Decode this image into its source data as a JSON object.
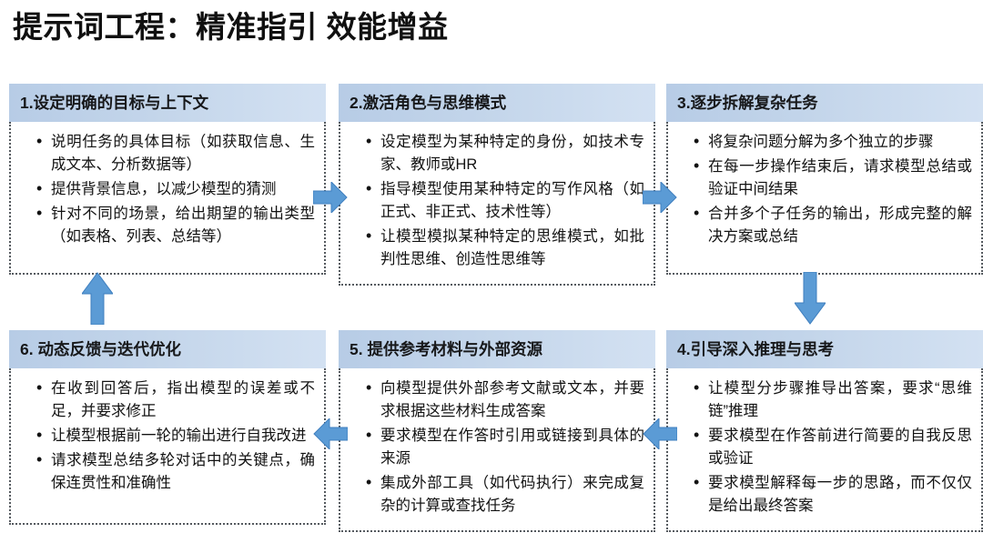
{
  "page": {
    "title": "提示词工程：精准指引 效能增益",
    "accent_color": "#5b9bd5",
    "header_color": "#b7cce6"
  },
  "cards": [
    {
      "id": "card-1",
      "header": "1.设定明确的目标与上下文",
      "bullets": [
        "说明任务的具体目标（如获取信息、生成文本、分析数据等）",
        "提供背景信息，以减少模型的猜测",
        "针对不同的场景，给出期望的输出类型（如表格、列表、总结等）"
      ]
    },
    {
      "id": "card-2",
      "header": "2.激活角色与思维模式",
      "bullets": [
        "设定模型为某种特定的身份，如技术专家、教师或HR",
        "指导模型使用某种特定的写作风格（如正式、非正式、技术性等）",
        "让模型模拟某种特定的思维模式，如批判性思维、创造性思维等"
      ]
    },
    {
      "id": "card-3",
      "header": "3.逐步拆解复杂任务",
      "bullets": [
        "将复杂问题分解为多个独立的步骤",
        "在每一步操作结束后，请求模型总结或验证中间结果",
        "合并多个子任务的输出，形成完整的解决方案或总结"
      ]
    },
    {
      "id": "card-4",
      "header": "4.引导深入推理与思考",
      "bullets": [
        "让模型分步骤推导出答案，要求“思维链”推理",
        "要求模型在作答前进行简要的自我反思或验证",
        "要求模型解释每一步的思路，而不仅仅是给出最终答案"
      ]
    },
    {
      "id": "card-5",
      "header": "5. 提供参考材料与外部资源",
      "bullets": [
        "向模型提供外部参考文献或文本，并要求根据这些材料生成答案",
        "要求模型在作答时引用或链接到具体的来源",
        "集成外部工具（如代码执行）来完成复杂的计算或查找任务"
      ]
    },
    {
      "id": "card-6",
      "header": "6. 动态反馈与迭代优化",
      "bullets": [
        "在收到回答后，指出模型的误差或不足，并要求修正",
        "让模型根据前一轮的输出进行自我改进",
        "请求模型总结多轮对话中的关键点，确保连贯性和准确性"
      ]
    }
  ],
  "arrows": [
    {
      "id": "arrow-1-2",
      "direction": "right",
      "from": "1",
      "to": "2"
    },
    {
      "id": "arrow-2-3",
      "direction": "right",
      "from": "2",
      "to": "3"
    },
    {
      "id": "arrow-3-4",
      "direction": "down",
      "from": "3",
      "to": "4"
    },
    {
      "id": "arrow-4-5",
      "direction": "left",
      "from": "4",
      "to": "5"
    },
    {
      "id": "arrow-5-6",
      "direction": "left",
      "from": "5",
      "to": "6"
    },
    {
      "id": "arrow-6-1",
      "direction": "up",
      "from": "6",
      "to": "1"
    }
  ]
}
